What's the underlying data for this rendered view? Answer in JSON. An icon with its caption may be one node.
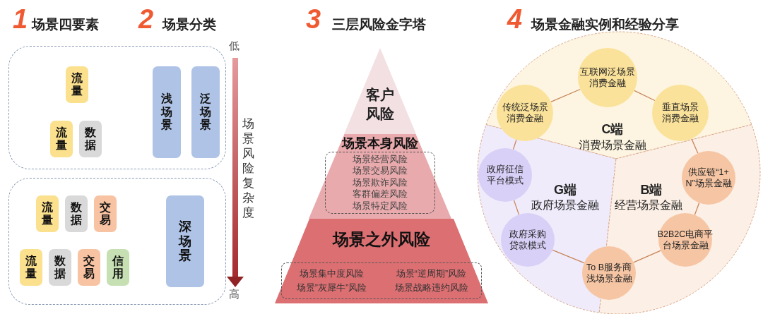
{
  "diagram": {
    "nodes": [
      {
        "text": [],
        "shape": "box"
      },
      {
        "text": [
          "流量"
        ],
        "in": 0
      },
      {
        "text": [
          "流量"
        ],
        "in": 0
      },
      {
        "text": [
          "数据"
        ],
        "in": 0
      },
      {
        "text": [
          "浅场景"
        ],
        "in": 0
      },
      {
        "text": [
          "泛场景"
        ],
        "in": 0
      },
      {
        "text": [],
        "shape": "box"
      },
      {
        "text": [
          "流量"
        ],
        "in": 6
      },
      {
        "text": [
          "数据"
        ],
        "in": 6
      },
      {
        "text": [
          "交易"
        ],
        "in": 6
      },
      {
        "text": [
          "流量"
        ],
        "in": 6
      },
      {
        "text": [
          "数据"
        ],
        "in": 6
      },
      {
        "text": [
          "交易"
        ],
        "in": 6
      },
      {
        "text": [
          "信用"
        ],
        "in": 6
      },
      {
        "text": [
          "深场景"
        ],
        "in": 6
      },
      {
        "text": [
          "客户风险"
        ]
      },
      {
        "text": [
          "场景本身风险"
        ]
      },
      {
        "text": [
          "场景经营风险",
          "场景交易风险",
          "场景欺诈风险",
          "客群偏差风险",
          "场景特定风险"
        ],
        "in": 16
      },
      {
        "text": [
          "场景之外风险"
        ]
      },
      {
        "text": [
          "场景集中度风险",
          "场景“逆周期”风险",
          "场景”灰犀牛”风险",
          "场景战略违约风险"
        ],
        "in": 18
      },
      {
        "text": [
          "C端",
          "消费场景金融"
        ]
      },
      {
        "text": [
          "传统泛场景消费金融"
        ],
        "in": 20
      },
      {
        "text": [
          "互联网泛场景消费金融"
        ],
        "in": 20
      },
      {
        "text": [
          "垂直场景消费金融"
        ],
        "in": 20
      },
      {
        "text": [
          "G端",
          "政府场景金融"
        ]
      },
      {
        "text": [
          "政府征信平台模式"
        ],
        "in": 24
      },
      {
        "text": [
          "政府采购贷款模式"
        ],
        "in": 24
      },
      {
        "text": [
          "B端",
          "经营场景金融"
        ]
      },
      {
        "text": [
          "供应链“1+N”场景金融"
        ],
        "in": 27
      },
      {
        "text": [
          "B2B2C电商平台场景金融"
        ],
        "in": 27
      },
      {
        "text": [
          "To B服务商浅场景金融"
        ]
      }
    ],
    "edges": [
      {
        "from": 21,
        "to": 22,
        "arrow": "none"
      },
      {
        "from": 22,
        "to": 23,
        "arrow": "none"
      },
      {
        "from": 23,
        "to": 28,
        "arrow": "none"
      },
      {
        "from": 28,
        "to": 29,
        "arrow": "none"
      },
      {
        "from": 29,
        "to": 30,
        "arrow": "none"
      },
      {
        "from": 30,
        "to": 26,
        "arrow": "none"
      },
      {
        "from": 26,
        "to": 25,
        "arrow": "none"
      },
      {
        "from": 25,
        "to": 21,
        "arrow": "none"
      }
    ],
    "labels": [
      "1",
      "场景四要素",
      "2",
      "场景分类",
      "3",
      "三层风险金字塔",
      "4",
      "场景金融实例和经验分享",
      "低",
      "场景风险复杂度",
      "高"
    ]
  }
}
